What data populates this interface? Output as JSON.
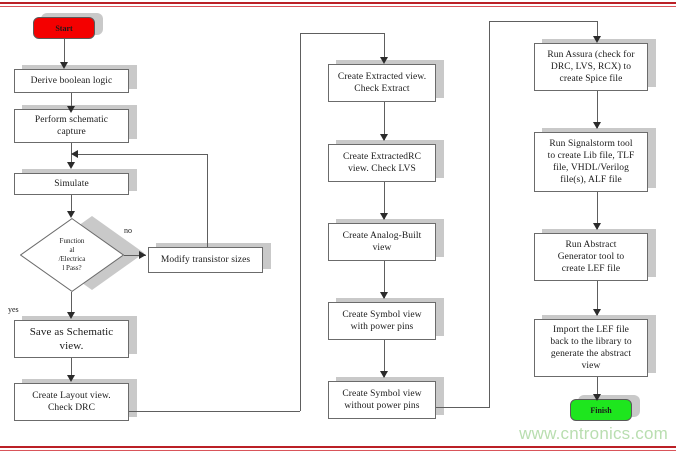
{
  "page": {
    "watermark": "www.cntronics.com",
    "accent_rule_color": "#bb2026",
    "start_color": "#f40000",
    "finish_color": "#1ee61e",
    "node_border_color": "#6b6b6b",
    "shadow_color": "#c9c9c9",
    "connector_color": "#5e5e5e",
    "watermark_color": "#b9deb0"
  },
  "flow": {
    "terminators": {
      "start": "Start",
      "finish": "Finish"
    },
    "left_column": [
      {
        "id": "derive-boolean-logic",
        "label": "Derive  boolean logic"
      },
      {
        "id": "perform-schematic-capture",
        "label": "Perform  schematic\ncapture"
      },
      {
        "id": "simulate",
        "label": "Simulate"
      },
      {
        "id": "save-as-schematic-view",
        "label": "Save as Schematic\nview."
      },
      {
        "id": "create-layout-view",
        "label": "Create Layout view.\nCheck DRC"
      }
    ],
    "decision": {
      "id": "functional-electrical-pass",
      "label": "Function\nal\n/Electrica\nl Pass?",
      "yes_label": "yes",
      "no_label": "no"
    },
    "feedback": {
      "id": "modify-transistor-sizes",
      "label": "Modify transistor sizes"
    },
    "middle_column": [
      {
        "id": "create-extracted-view",
        "label": "Create Extracted  view.\nCheck Extract"
      },
      {
        "id": "create-extractedrc-view",
        "label": "Create ExtractedRC\nview.   Check LVS"
      },
      {
        "id": "create-analog-built-view",
        "label": "Create  Analog-Built\nview"
      },
      {
        "id": "create-symbol-view-with-power-pins",
        "label": "Create  Symbol view\nwith  power pins"
      },
      {
        "id": "create-symbol-view-without-power-pins",
        "label": "Create  Symbol view\nwithout  power pins"
      }
    ],
    "right_column": [
      {
        "id": "run-assura",
        "label": "Run Assura (check for\nDRC, LVS, RCX) to\ncreate Spice file"
      },
      {
        "id": "run-signalstorm",
        "label": "Run Signalstorm tool\nto create Lib file, TLF\nfile,  VHDL/Verilog\nfile(s), ALF file"
      },
      {
        "id": "run-abstract-generator",
        "label": "Run Abstract\nGenerator  tool to\ncreate LEF file"
      },
      {
        "id": "import-lef-file",
        "label": "Import the LEF file\nback to the library  to\ngenerate  the abstract\nview"
      }
    ]
  }
}
